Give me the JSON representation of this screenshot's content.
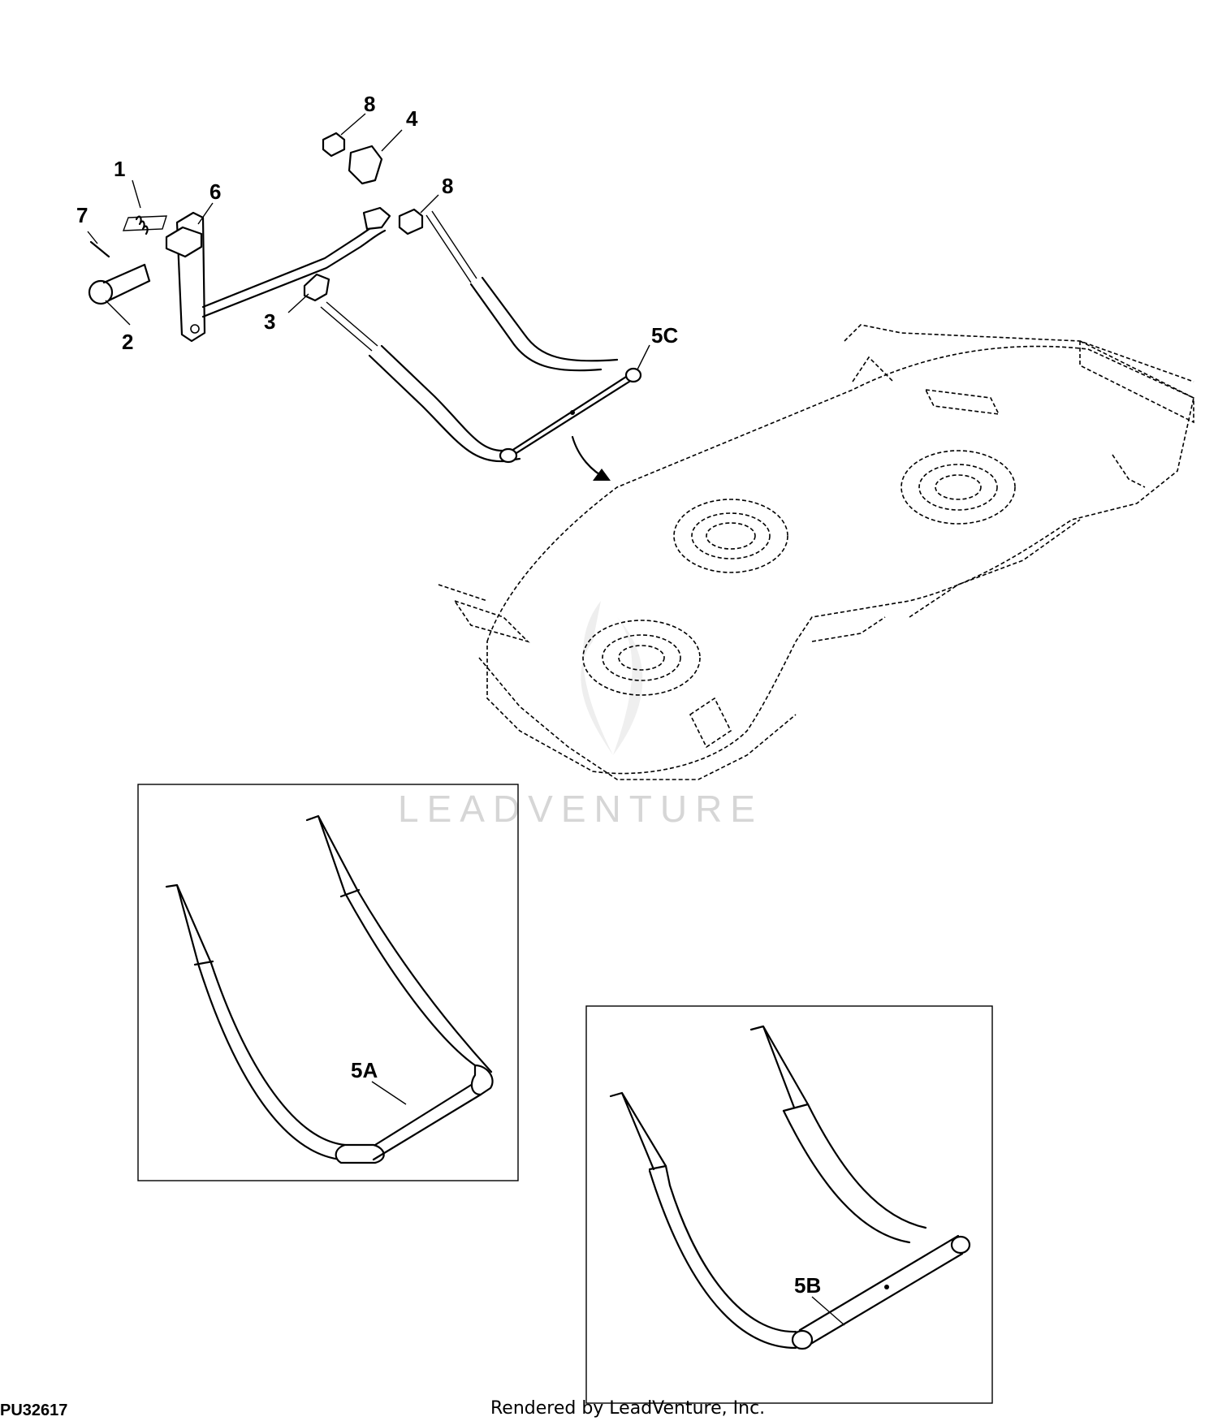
{
  "callouts": {
    "c1": "1",
    "c2": "2",
    "c3": "3",
    "c4": "4",
    "c5a": "5A",
    "c5b": "5B",
    "c5c": "5C",
    "c6": "6",
    "c7": "7",
    "c8a": "8",
    "c8b": "8"
  },
  "watermark": "LEADVENTURE",
  "figure_id": "PU32617",
  "credit": "Rendered by LeadVenture, Inc."
}
